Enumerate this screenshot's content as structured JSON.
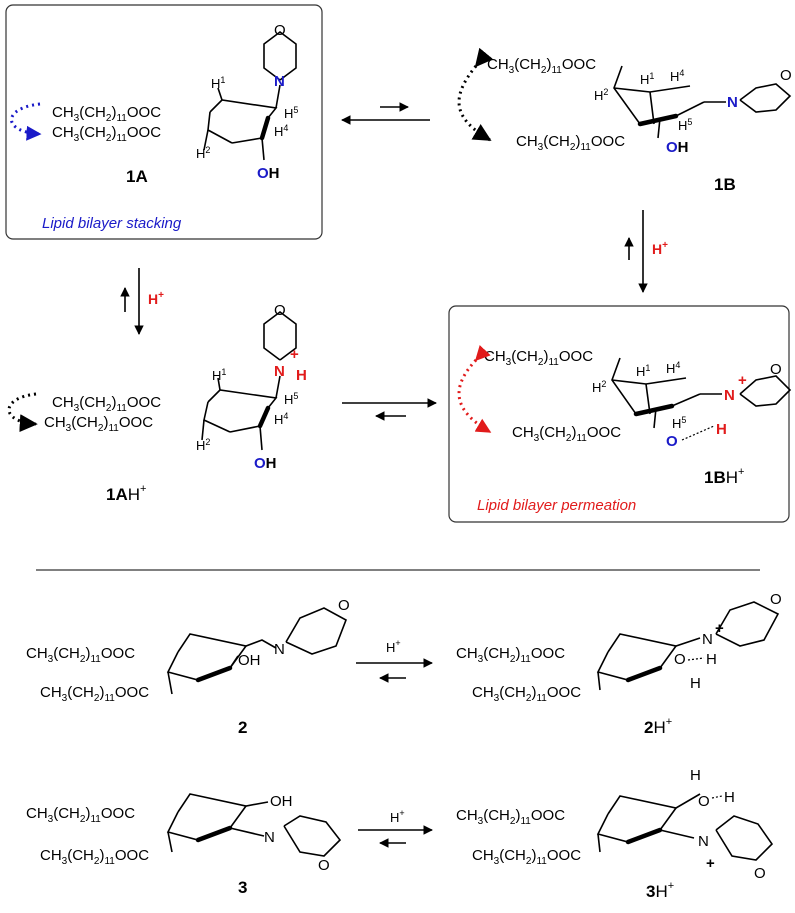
{
  "scheme": {
    "top_panel": {
      "caption_1A": "Lipid bilayer stacking",
      "caption_1BH": "Lipid bilayer permeation",
      "labels": {
        "c1A": "1A",
        "c1B": "1B",
        "c1AH_bold": "1A",
        "c1AH_suffix": "H",
        "c1BH_bold": "1B",
        "c1BH_suffix": "H"
      },
      "ester_chain": "CH3(CH2)11OOC",
      "ester_chain_rev": "CH3(CH2)11OOC",
      "proton": "H+"
    },
    "bottom_panel": {
      "labels": {
        "c2": "2",
        "c2H": "2",
        "c3": "3",
        "c3H": "3"
      },
      "proton": "H+"
    },
    "atoms": {
      "N": "N",
      "O": "O",
      "OH": "OH",
      "H": "H",
      "plus": "+",
      "H1": "1",
      "H2": "2",
      "H4": "4",
      "H5": "5"
    },
    "colors": {
      "blue": "#1a1ac8",
      "red": "#e11b1b",
      "black": "#000000"
    }
  }
}
